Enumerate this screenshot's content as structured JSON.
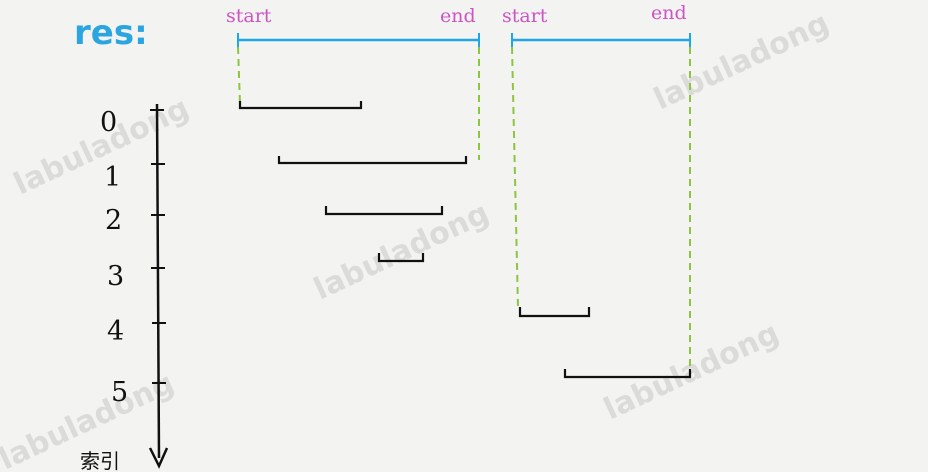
{
  "res_label": "res:",
  "merged": [
    {
      "start_label": "start",
      "end_label": "end"
    },
    {
      "start_label": "start",
      "end_label": "end"
    }
  ],
  "indices": [
    "0",
    "1",
    "2",
    "3",
    "4",
    "5"
  ],
  "axis_label": "索引",
  "watermark": "labuladong",
  "colors": {
    "res": "#2aa5e0",
    "merged_line": "#1ea7e4",
    "start_end": "#cc55c4",
    "dashed": "#8cc63f",
    "interval": "#111111"
  }
}
